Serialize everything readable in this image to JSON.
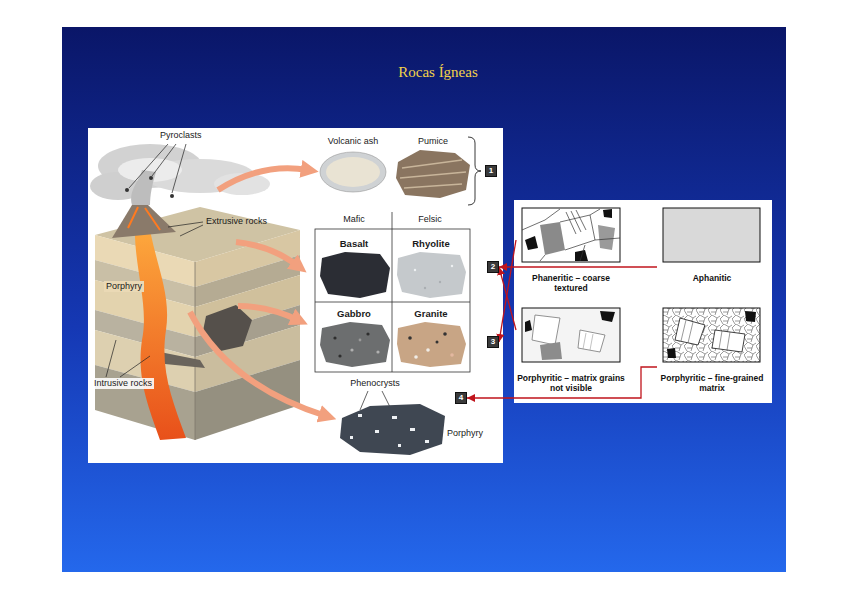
{
  "diagram": {
    "title": "Rocas Ígneas",
    "nodes": [
      {
        "text": [
          "1"
        ]
      },
      {
        "text": [
          "2"
        ]
      },
      {
        "text": [
          "3"
        ]
      },
      {
        "text": [
          "4"
        ]
      },
      {
        "text": [
          "Phaneritic – coarse textured"
        ]
      },
      {
        "text": [
          "Aphanitic"
        ]
      },
      {
        "text": [
          "Porphyritic – matrix grains not visible"
        ]
      },
      {
        "text": [
          "Porphyritic – fine-grained matrix"
        ]
      }
    ],
    "edges": [
      {
        "from": 5,
        "to": 1,
        "arrow": "to"
      },
      {
        "from": 4,
        "to": 2,
        "arrow": "to"
      },
      {
        "from": 6,
        "to": 1,
        "arrow": "to"
      },
      {
        "from": 7,
        "to": 3,
        "arrow": "to"
      }
    ],
    "labels": [
      "Pyroclasts",
      "Extrusive rocks",
      "Porphyry",
      "Intrusive rocks",
      "Volcanic ash",
      "Pumice",
      "Mafic",
      "Felsic",
      "Basalt",
      "Rhyolite",
      "Gabbro",
      "Granite",
      "Phenocrysts",
      "Porphyry"
    ]
  }
}
